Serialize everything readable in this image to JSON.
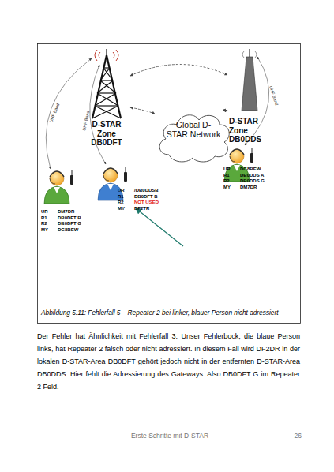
{
  "diagram": {
    "caption": "Abbildung 5.11: Fehlerfall 5 – Repeater 2 bei linker, blauer Person nicht adressiert",
    "nodes": [
      {
        "text": [
          "D-STAR Zone DB0DFT"
        ]
      },
      {
        "text": [
          "Global D-STAR Network"
        ]
      },
      {
        "text": [
          "D-STAR Zone DB0DDS"
        ]
      }
    ],
    "edges": [
      {
        "from": 0,
        "to": 1,
        "arrow": "both"
      },
      {
        "from": 1,
        "to": 2,
        "arrow": "both"
      },
      {
        "from": 0,
        "to": 2,
        "arrow": "both"
      }
    ],
    "labels": [
      "UHF Band",
      "UHF Band",
      "UHF Band",
      "UR",
      "DM7DR",
      "R1",
      "DB0DFT B",
      "R2",
      "DB0DFT G",
      "MY",
      "DG8BEW",
      "UR",
      "/DB0DDSB",
      "R1",
      "DB0DFT B",
      "R2",
      "NOT USED",
      "MY",
      "DF2TR",
      "UR",
      "DG8BEW",
      "R1",
      "DB0DDS A",
      "R2",
      "DB0DDS G",
      "MY",
      "DM7DR",
      "Der Fehler hat Ähnlichkeit mit Fehlerfall 3. Unser Fehlerbock, die blaue Person links, hat Repeater 2 falsch oder nicht adressiert. In diesem Fall wird DF2DR in der lokalen D-STAR-Area DB0DFT gehört jedoch nicht in der entfernten D-STAR-Area DB0DDS. Hier fehlt die Adressierung des Gateways. Also DB0DFT G im Repeater 2 Feld.",
      "Erste Schritte mit D-STAR",
      "26"
    ]
  }
}
